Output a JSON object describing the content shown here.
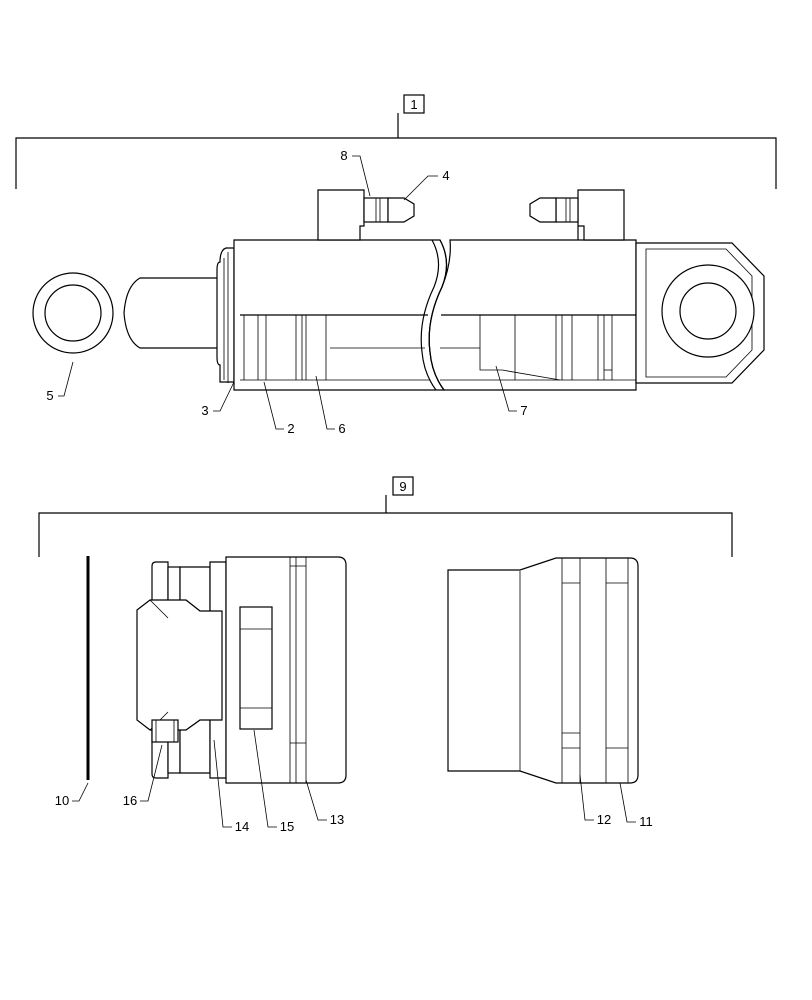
{
  "diagram": {
    "callouts": {
      "1": "1",
      "2": "2",
      "3": "3",
      "4": "4",
      "5": "5",
      "6": "6",
      "7": "7",
      "8": "8",
      "9": "9",
      "10": "10",
      "11": "11",
      "12": "12",
      "13": "13",
      "14": "14",
      "15": "15",
      "16": "16"
    }
  }
}
